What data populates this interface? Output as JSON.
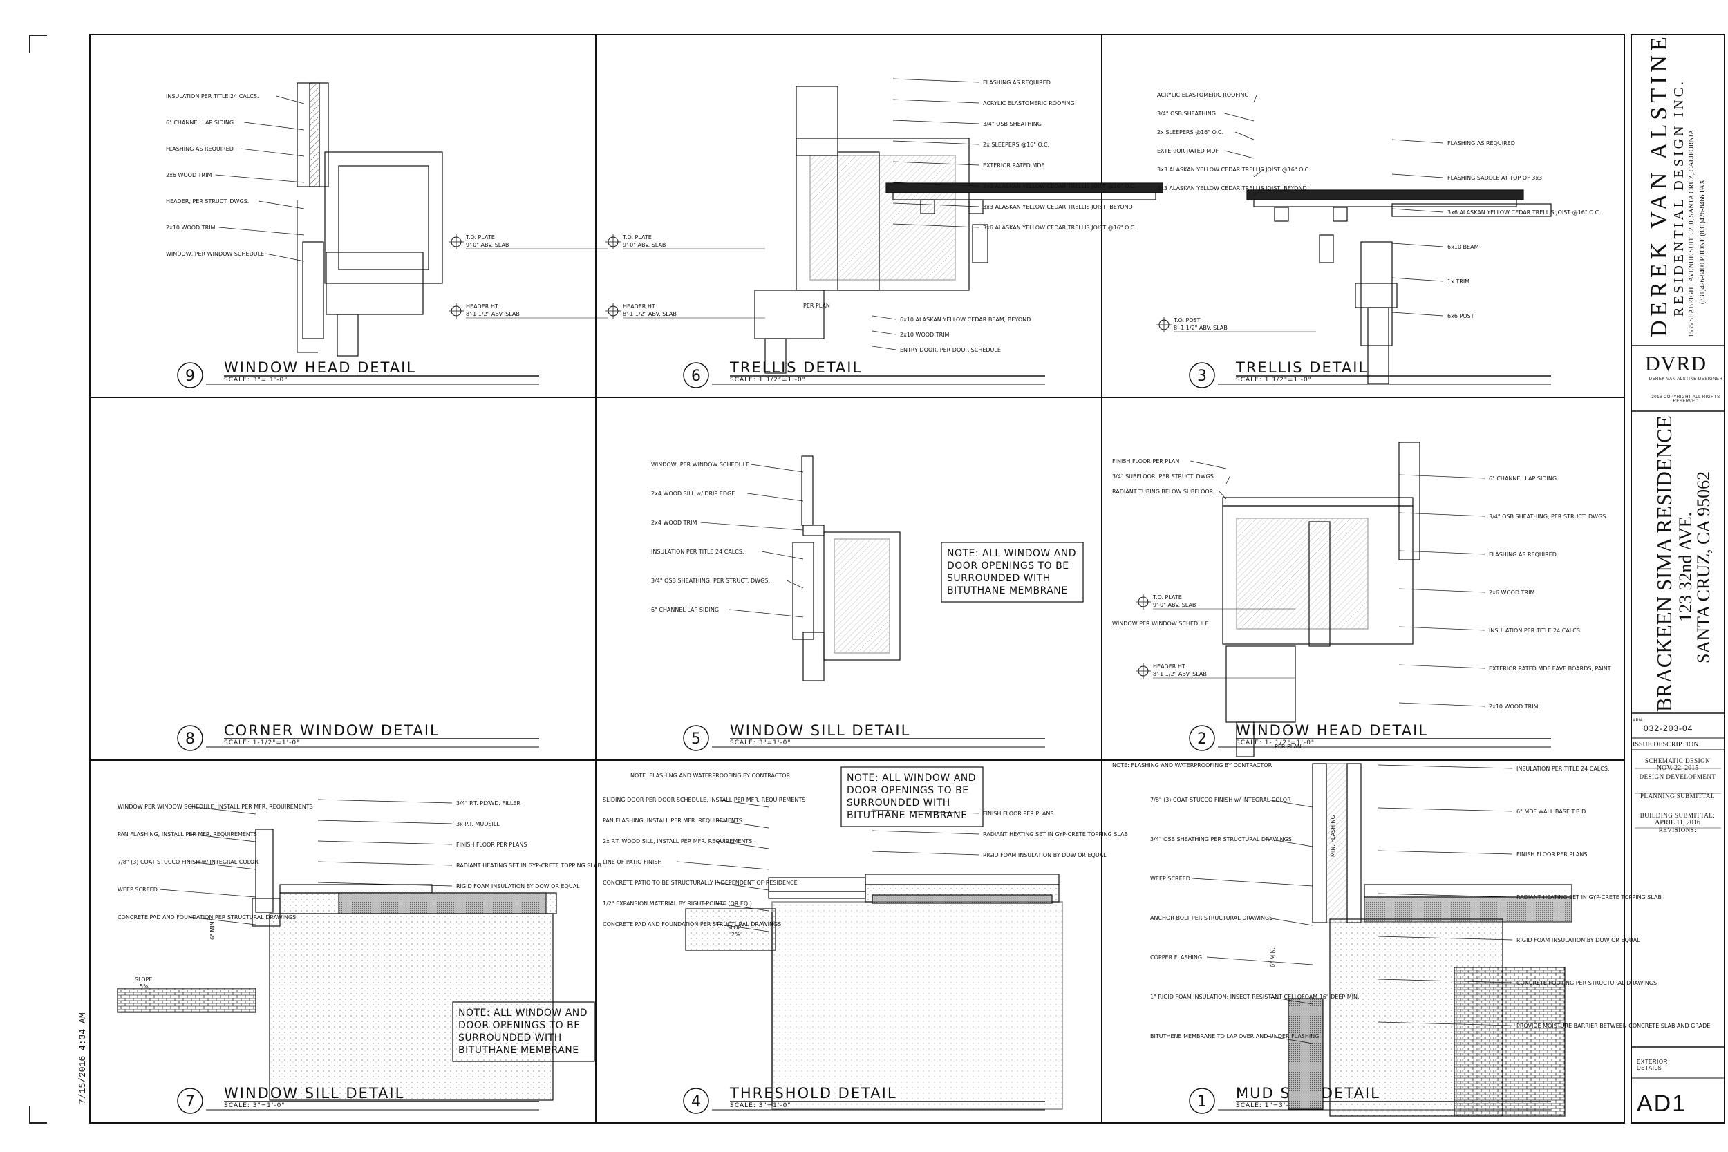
{
  "firm": {
    "name": "DEREK VAN ALSTINE",
    "subtitle": "RESIDENTIAL DESIGN INC.",
    "address": "1535 SEABRIGHT AVENUE SUITE 200, SANTA CRUZ, CALIFORNIA",
    "phone": "(831)426-8400 PHONE   (831)426-8466 FAX",
    "logo": "DVRD",
    "logo_sub": "DEREK VAN ALSTINE DESIGNER",
    "copyright": "2016 COPYRIGHT ALL RIGHTS RESERVED"
  },
  "project": {
    "name": "BRACKEEN SIMA RESIDENCE",
    "street": "123 32nd AVE.",
    "city": "SANTA CRUZ, CA 95062",
    "apn_label": "APN:",
    "apn": "032-203-04"
  },
  "issue": {
    "heading": "ISSUE DESCRIPTION",
    "items": [
      {
        "label": "SCHEMATIC DESIGN",
        "date": "NOV. 22, 2015"
      },
      {
        "label": "DESIGN DEVELOPMENT",
        "date": ""
      },
      {
        "label": "PLANNING SUBMITTAL",
        "date": ""
      },
      {
        "label": "BUILDING SUBMITTAL:",
        "date": "APRIL 11, 2016"
      },
      {
        "label": "REVISIONS:",
        "date": ""
      }
    ]
  },
  "sheet": {
    "title": "EXTERIOR DETAILS",
    "number": "AD1",
    "stamp": "7/15/2016 4:34 AM"
  },
  "details": [
    {
      "num": "9",
      "title": "WINDOW HEAD DETAIL",
      "scale": "SCALE: 3\"= 1'-0\"",
      "labels": [
        "INSULATION PER TITLE 24 CALCS.",
        "6\" CHANNEL LAP SIDING",
        "FLASHING AS REQUIRED",
        "2x6 WOOD TRIM",
        "HEADER, PER STRUCT. DWGS.",
        "2x10 WOOD TRIM",
        "WINDOW, PER WINDOW SCHEDULE"
      ],
      "marks": [
        {
          "l1": "T.O. PLATE",
          "l2": "9'-0\" ABV. SLAB"
        },
        {
          "l1": "HEADER HT.",
          "l2": "8'-1 1/2\" ABV. SLAB"
        }
      ]
    },
    {
      "num": "6",
      "title": "TRELLIS DETAIL",
      "scale": "SCALE: 1 1/2\"=1'-0\"",
      "labels": [
        "FLASHING AS REQUIRED",
        "ACRYLIC ELASTOMERIC ROOFING",
        "3/4\" OSB SHEATHING",
        "2x SLEEPERS @16\" O.C.",
        "EXTERIOR RATED MDF",
        "3x3 ALASKAN YELLOW CEDAR TRELLIS JOIST @16\" O.C.",
        "3x3 ALASKAN YELLOW CEDAR TRELLIS JOIST, BEYOND",
        "3x6 ALASKAN YELLOW CEDAR TRELLIS JOIST @16\" O.C.",
        "6x10 ALASKAN YELLOW CEDAR BEAM, BEYOND",
        "2x10 WOOD TRIM",
        "ENTRY DOOR, PER DOOR SCHEDULE",
        "PER PLAN"
      ],
      "marks": [
        {
          "l1": "T.O. PLATE",
          "l2": "9'-0\" ABV. SLAB"
        },
        {
          "l1": "HEADER HT.",
          "l2": "8'-1 1/2\" ABV. SLAB"
        }
      ]
    },
    {
      "num": "3",
      "title": "TRELLIS DETAIL",
      "scale": "SCALE: 1 1/2\"=1'-0\"",
      "labels": [
        "ACRYLIC ELASTOMERIC ROOFING",
        "3/4\" OSB SHEATHING",
        "2x SLEEPERS @16\" O.C.",
        "EXTERIOR RATED MDF",
        "3x3 ALASKAN YELLOW CEDAR TRELLIS JOIST @16\" O.C.",
        "3x3 ALASKAN YELLOW CEDAR TRELLIS JOIST, BEYOND",
        "FLASHING AS REQUIRED",
        "FLASHING SADDLE AT TOP OF 3x3",
        "3x6 ALASKAN YELLOW CEDAR TRELLIS JOIST @16\" O.C.",
        "6x10 BEAM",
        "1x TRIM",
        "6x6 POST"
      ],
      "marks": [
        {
          "l1": "T.O. POST",
          "l2": "8'-1 1/2\" ABV. SLAB"
        }
      ]
    },
    {
      "num": "8",
      "title": "CORNER WINDOW DETAIL",
      "scale": "SCALE: 1-1/2\"=1'-0\"",
      "labels": [],
      "marks": []
    },
    {
      "num": "5",
      "title": "WINDOW SILL DETAIL",
      "scale": "SCALE: 3\"=1'-0\"",
      "labels": [
        "WINDOW, PER WINDOW SCHEDULE",
        "2x4 WOOD SILL w/ DRIP EDGE",
        "2x4 WOOD TRIM",
        "INSULATION PER TITLE 24 CALCS.",
        "3/4\" OSB SHEATHING, PER STRUCT. DWGS.",
        "6\" CHANNEL LAP SIDING"
      ],
      "note": [
        "NOTE: ALL WINDOW AND",
        "DOOR OPENINGS TO BE",
        "SURROUNDED WITH",
        "BITUTHANE MEMBRANE"
      ],
      "marks": []
    },
    {
      "num": "2",
      "title": "WINDOW HEAD DETAIL",
      "scale": "SCALE: 1- 1/2\"=1'-0\"",
      "labels": [
        "FINISH FLOOR PER PLAN",
        "3/4\" SUBFLOOR, PER STRUCT. DWGS.",
        "RADIANT TUBING BELOW SUBFLOOR",
        "WINDOW PER WINDOW SCHEDULE",
        "6\" CHANNEL LAP SIDING",
        "3/4\" OSB SHEATHING, PER STRUCT. DWGS.",
        "FLASHING AS REQUIRED",
        "2x6 WOOD TRIM",
        "INSULATION PER TITLE 24 CALCS.",
        "EXTERIOR RATED MDF EAVE BOARDS, PAINT",
        "2x10 WOOD TRIM",
        "PER PLAN"
      ],
      "marks": [
        {
          "l1": "T.O. PLATE",
          "l2": "9'-0\" ABV. SLAB"
        },
        {
          "l1": "HEADER HT.",
          "l2": "8'-1 1/2\" ABV. SLAB"
        }
      ]
    },
    {
      "num": "7",
      "title": "WINDOW SILL DETAIL",
      "scale": "SCALE: 3\"=1'-0\"",
      "labels": [
        "WINDOW PER WINDOW SCHEDULE, INSTALL PER MFR. REQUIREMENTS",
        "PAN FLASHING, INSTALL PER MFR. REQUIREMENTS",
        "7/8\" (3) COAT STUCCO FINISH w/ INTEGRAL COLOR",
        "WEEP SCREED",
        "CONCRETE PAD AND FOUNDATION PER STRUCTURAL DRAWINGS",
        "3/4\" P.T. PLYWD. FILLER",
        "3x P.T. MUDSILL",
        "FINISH FLOOR PER PLANS",
        "RADIANT HEATING SET IN GYP-CRETE TOPPING SLAB",
        "RIGID FOAM INSULATION BY DOW OR EQUAL",
        "SLOPE",
        "5%",
        "6\" MIN."
      ],
      "note": [
        "NOTE: ALL WINDOW AND",
        "DOOR OPENINGS TO BE",
        "SURROUNDED WITH",
        "BITUTHANE MEMBRANE"
      ],
      "marks": []
    },
    {
      "num": "4",
      "title": "THRESHOLD DETAIL",
      "scale": "SCALE: 3\"=1'-0\"",
      "labels": [
        "NOTE: FLASHING AND WATERPROOFING BY CONTRACTOR",
        "SLIDING DOOR PER DOOR SCHEDULE, INSTALL PER MFR. REQUIREMENTS",
        "PAN FLASHING, INSTALL PER MFR. REQUIREMENTS",
        "2x P.T. WOOD SILL, INSTALL PER MFR. REQUIREMENTS.",
        "LINE OF PATIO FINISH",
        "CONCRETE PATIO TO BE STRUCTURALLY INDEPENDENT OF RESIDENCE",
        "1/2\" EXPANSION MATERIAL BY RIGHT-POINTE (OR EQ.)",
        "CONCRETE PAD AND FOUNDATION PER STRUCTURAL DRAWINGS",
        "FINISH FLOOR PER PLANS",
        "RADIANT HEATING SET IN GYP-CRETE TOPPING SLAB",
        "RIGID FOAM INSULATION BY DOW OR EQUAL",
        "SLOPE",
        "2%"
      ],
      "note": [
        "NOTE: ALL WINDOW AND",
        "DOOR OPENINGS TO BE",
        "SURROUNDED WITH",
        "BITUTHANE MEMBRANE"
      ],
      "marks": []
    },
    {
      "num": "1",
      "title": "MUD SILL DETAIL",
      "scale": "SCALE: 1\"=3'-0\"",
      "labels": [
        "NOTE: FLASHING AND WATERPROOFING BY CONTRACTOR",
        "7/8\" (3) COAT STUCCO FINISH w/ INTEGRAL COLOR",
        "3/4\" OSB SHEATHING PER STRUCTURAL DRAWINGS",
        "WEEP SCREED",
        "ANCHOR BOLT PER STRUCTURAL DRAWINGS",
        "COPPER FLASHING",
        "1\" RIGID FOAM INSULATION: INSECT RESISTANT CELLOFOAM 16\" DEEP MIN.",
        "BITUTHENE MEMBRANE TO LAP OVER AND UNDER FLASHING",
        "INSULATION PER TITLE 24 CALCS.",
        "6\" MDF WALL BASE T.B.D.",
        "FINISH FLOOR PER PLANS",
        "RADIANT HEATING SET IN GYP-CRETE TOPPING SLAB",
        "RIGID FOAM INSULATION BY DOW OR EQUAL",
        "CONCRETE FOOTING PER STRUCTURAL DRAWINGS",
        "PROVIDE MOISTURE BARRIER BETWEEN CONCRETE SLAB AND GRADE",
        "MIN. FLASHING",
        "6\" MIN."
      ],
      "marks": []
    }
  ]
}
